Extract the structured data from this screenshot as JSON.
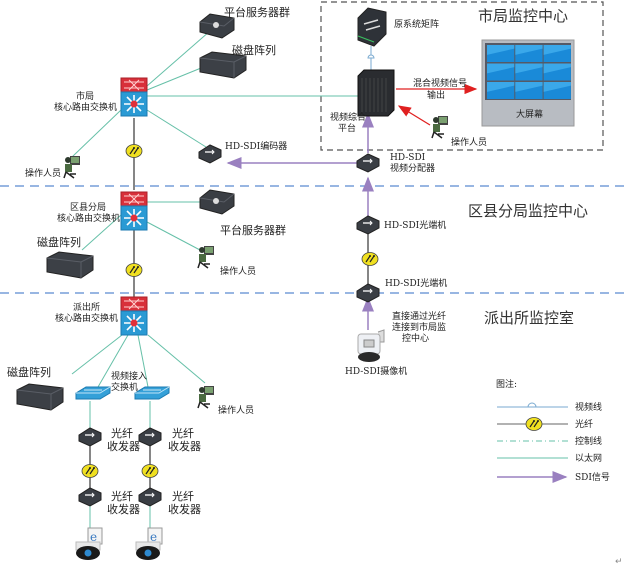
{
  "zones": {
    "city": "市局监控中心",
    "district": "区县分局监控中心",
    "station": "派出所监控室"
  },
  "city": {
    "platform_servers": "平台服务器群",
    "disk_array": "磁盘阵列",
    "core_switch_line1": "市局",
    "core_switch_line2": "核心路由交换机",
    "operator_left": "操作人员",
    "encoder": "HD-SDI编码器",
    "matrix": "原系统矩阵",
    "video_platform_line1": "视频综合",
    "video_platform_line2": "平台",
    "mixed_output_line1": "混合视频信号",
    "mixed_output_line2": "输出",
    "big_screen": "大屏幕",
    "operator_right": "操作人员",
    "distributor_line1": "HD-SDI",
    "distributor_line2": "视频分配器"
  },
  "district": {
    "core_switch_line1": "区县分局",
    "core_switch_line2": "核心路由交换机",
    "platform_servers": "平台服务器群",
    "disk_array": "磁盘阵列",
    "operator": "操作人员",
    "optical_terminal_top": "HD-SDI光端机",
    "optical_terminal_bottom": "HD-SDI光端机"
  },
  "station": {
    "core_switch_line1": "派出所",
    "core_switch_line2": "核心路由交换机",
    "disk_array": "磁盘阵列",
    "access_switch_line1": "视频接入",
    "access_switch_line2": "交换机",
    "operator": "操作人员",
    "transceiver_line1": "光纤",
    "transceiver_line2": "收发器",
    "camera": "HD-SDI摄像机",
    "direct_note_line1": "直接通过光纤",
    "direct_note_line2": "连接到市局监",
    "direct_note_line3": "控中心"
  },
  "legend": {
    "title": "图注:",
    "items": [
      {
        "label": "视频线",
        "color": "#7aaad0"
      },
      {
        "label": "光纤",
        "color": "#666666"
      },
      {
        "label": "控制线",
        "color": "#66c0a8"
      },
      {
        "label": "以太网",
        "color": "#66c0a8"
      },
      {
        "label": "SDI信号",
        "color": "#9a80c0"
      }
    ]
  },
  "colors": {
    "ethernet": "#66c0a8",
    "fiber": "#555555",
    "sdi": "#9a80c0",
    "video": "#7aaad0",
    "mixed_output": "#e02020",
    "zone_divider": "#5a8ad0"
  },
  "footer_mark": "↵"
}
